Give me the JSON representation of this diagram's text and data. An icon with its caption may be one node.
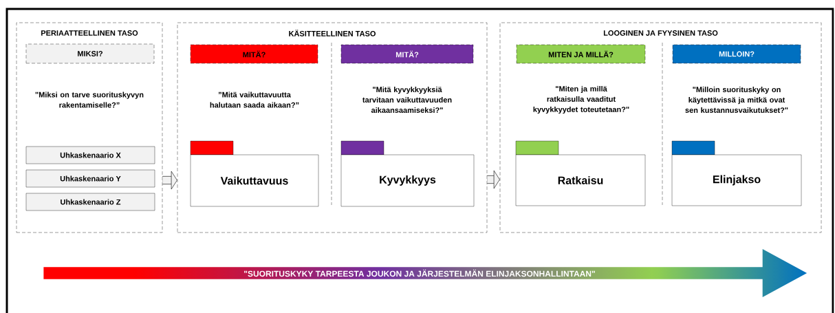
{
  "diagram": {
    "nodes": [
      {
        "text": [
          "PERIAATTEELLINEN TASO"
        ]
      },
      {
        "text": [
          "MIKSI?"
        ],
        "in": 0
      },
      {
        "text": [
          "Uhkaskenaario X"
        ],
        "in": 0
      },
      {
        "text": [
          "Uhkaskenaario Y"
        ],
        "in": 0
      },
      {
        "text": [
          "Uhkaskenaario Z"
        ],
        "in": 0
      },
      {
        "text": [
          "KÄSITTEELLINEN TASO"
        ]
      },
      {
        "text": [
          "MITÄ?"
        ],
        "in": 5
      },
      {
        "text": [
          "Vaikuttavuus"
        ],
        "in": 5
      },
      {
        "text": [
          "MITÄ?"
        ],
        "in": 5
      },
      {
        "text": [
          "Kyvykkyys"
        ],
        "in": 5
      },
      {
        "text": [
          "LOOGINEN JA FYYSINEN TASO"
        ]
      },
      {
        "text": [
          "MITEN JA MILLÄ?"
        ],
        "in": 10
      },
      {
        "text": [
          "Ratkaisu"
        ],
        "in": 10
      },
      {
        "text": [
          "MILLOIN?"
        ],
        "in": 10
      },
      {
        "text": [
          "Elinjakso"
        ],
        "in": 10
      },
      {
        "text": [
          "\"SUORITUSKYKY TARPEESTA JOUKON JA JÄRJESTELMÄN ELINJAKSONHALLINTAAN\""
        ]
      }
    ],
    "edges": [
      {
        "from": 0,
        "to": 5,
        "arrow": "to"
      },
      {
        "from": 5,
        "to": 10,
        "arrow": "to"
      }
    ],
    "labels": [
      "\"Miksi on tarve suorituskyvyn rakentamiselle?”",
      "”Mitä vaikuttavuutta halutaan saada aikaan?”",
      "\"Mitä kyvykkyyksiä tarvitaan vaikuttavuuden aikaansaamiseksi?\"",
      "\"Miten ja millä ratkaisulla vaaditut kyvykkyydet toteutetaan?\"",
      "\"Milloin suorituskyky on käytettävissä ja mitkä ovat sen kustannusvaikutukset?\""
    ]
  }
}
